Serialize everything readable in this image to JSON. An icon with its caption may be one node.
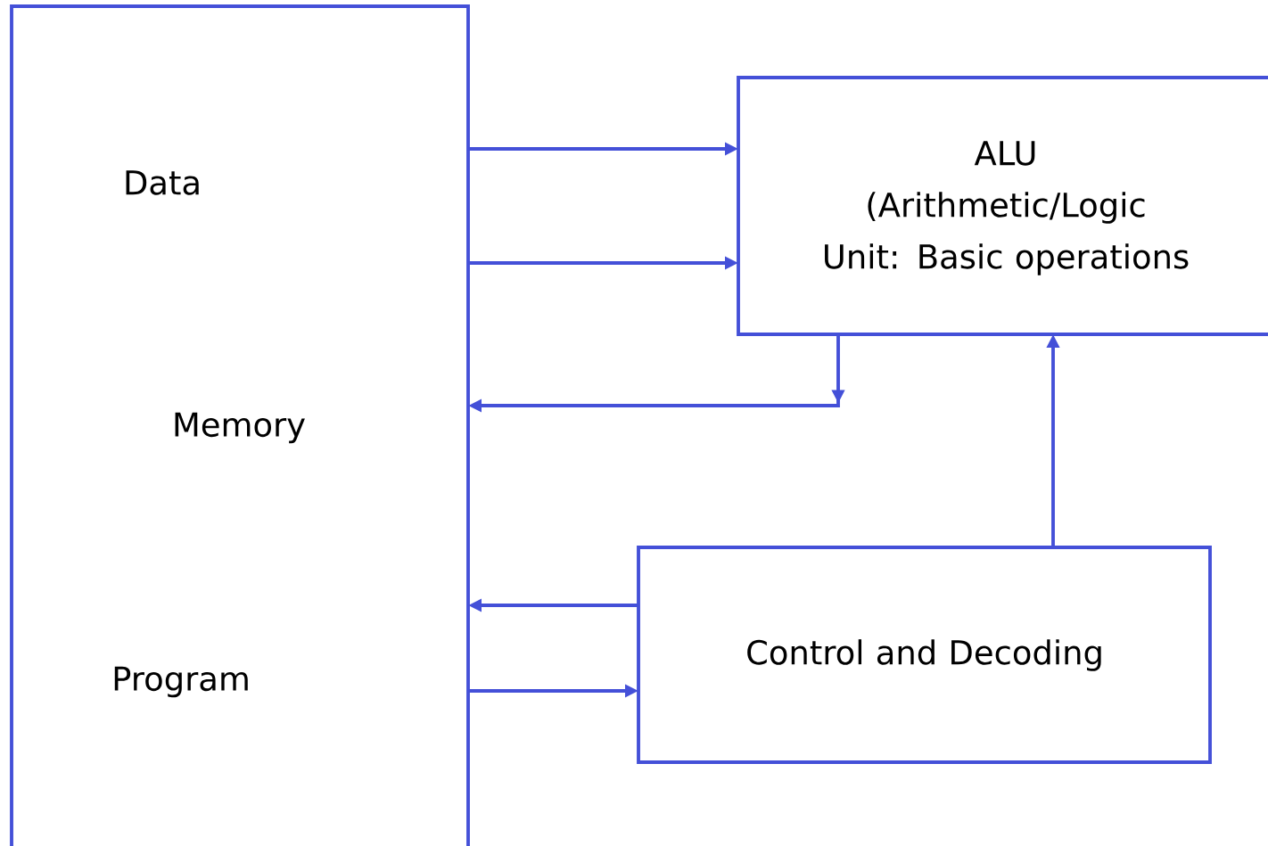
{
  "diagram": {
    "nodes": [
      {
        "text": [
          "Data",
          "Memory",
          "Program"
        ]
      },
      {
        "text": [
          "ALU",
          "(Arithmetic/Logic Unit: Basic operations"
        ]
      },
      {
        "text": [
          "Control and Decoding"
        ]
      }
    ],
    "edges": [
      {
        "from": 0,
        "to": 1,
        "arrow": "to"
      },
      {
        "from": 0,
        "to": 1,
        "arrow": "to"
      },
      {
        "from": 1,
        "to": 0,
        "arrow": "to"
      },
      {
        "from": 2,
        "to": 0,
        "arrow": "to"
      },
      {
        "from": 0,
        "to": 2,
        "arrow": "to"
      },
      {
        "from": 2,
        "to": 1,
        "arrow": "to"
      }
    ]
  }
}
